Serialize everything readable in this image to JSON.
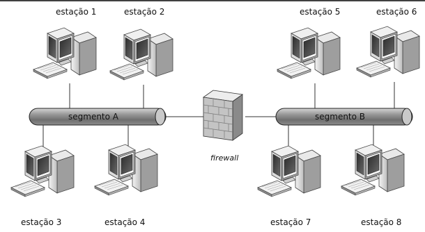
{
  "diagram": {
    "segments": {
      "a": {
        "label": "segmento A"
      },
      "b": {
        "label": "segmento B"
      }
    },
    "firewall": {
      "label": "firewall",
      "icon": "brick-wall-icon"
    },
    "stations": [
      {
        "label": "estação 1",
        "icon": "desktop-computer-icon"
      },
      {
        "label": "estação 2",
        "icon": "desktop-computer-icon"
      },
      {
        "label": "estação 3",
        "icon": "desktop-computer-icon"
      },
      {
        "label": "estação 4",
        "icon": "desktop-computer-icon"
      },
      {
        "label": "estação 5",
        "icon": "desktop-computer-icon"
      },
      {
        "label": "estação 6",
        "icon": "desktop-computer-icon"
      },
      {
        "label": "estação 7",
        "icon": "desktop-computer-icon"
      },
      {
        "label": "estação 8",
        "icon": "desktop-computer-icon"
      }
    ]
  }
}
